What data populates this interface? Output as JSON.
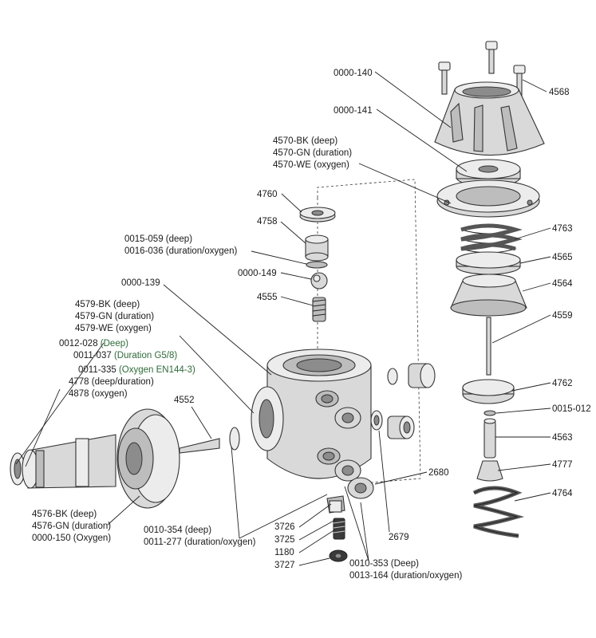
{
  "labels": {
    "l_0000_140": "0000-140",
    "l_4568": "4568",
    "l_0000_141": "0000-141",
    "l_4570_bk": "4570-BK (deep)",
    "l_4570_gn": "4570-GN (duration)",
    "l_4570_we": "4570-WE (oxygen)",
    "l_4760": "4760",
    "l_4758": "4758",
    "l_0015_059": "0015-059 (deep)",
    "l_0016_036": "0016-036 (duration/oxygen)",
    "l_0000_149": "0000-149",
    "l_4555": "4555",
    "l_0000_139": "0000-139",
    "l_4763": "4763",
    "l_4565": "4565",
    "l_4564": "4564",
    "l_4559": "4559",
    "l_4579_bk": "4579-BK (deep)",
    "l_4579_gn": "4579-GN (duration)",
    "l_4579_we": "4579-WE (oxygen)",
    "l_0012_028_code": "0012-028 ",
    "l_0012_028_note": "(Deep)",
    "l_0011_037_code": "0011-037 ",
    "l_0011_037_note": "(Duration G5/8)",
    "l_0011_335_code": "0011-335 ",
    "l_0011_335_note": "(Oxygen EN144-3)",
    "l_4778": "4778 (deep/duration)",
    "l_4878": "4878 (oxygen)",
    "l_4552": "4552",
    "l_4762": "4762",
    "l_0015_012": "0015-012",
    "l_4563": "4563",
    "l_4777": "4777",
    "l_2680": "2680",
    "l_4764": "4764",
    "l_4576_bk": "4576-BK (deep)",
    "l_4576_gn": "4576-GN (duration)",
    "l_0000_150": "0000-150 (Oxygen)",
    "l_0010_354": "0010-354 (deep)",
    "l_0011_277": "0011-277 (duration/oxygen)",
    "l_3726": "3726",
    "l_3725": "3725",
    "l_1180": "1180",
    "l_3727": "3727",
    "l_2679": "2679",
    "l_0010_353": "0010-353 (Deep)",
    "l_0013_164": "0013-164 (duration/oxygen)"
  },
  "colors": {
    "label_text": "#1a1a1a",
    "note_green": "#2e6b3a",
    "part_fill": "#d9d9d9",
    "outline": "#333333"
  }
}
